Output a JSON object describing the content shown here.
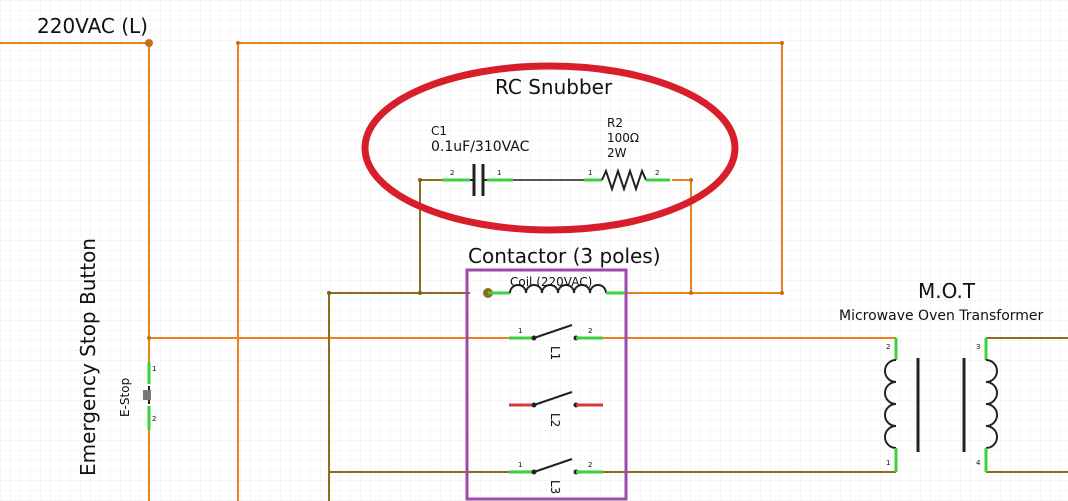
{
  "colors": {
    "wire_orange": "#e8821e",
    "wire_olive": "#8c6d1f",
    "wire_dark": "#555555",
    "pin_green": "#3fcf3f",
    "pin_red": "#d63b3b",
    "highlight_red": "#d81e2a",
    "contactor_box": "#9e4aa9",
    "grid": "#e9e9e9"
  },
  "labels": {
    "supply": "220VAC (L)",
    "snubber_title": "RC Snubber",
    "c1_name": "C1",
    "c1_value": "0.1uF/310VAC",
    "r2_name": "R2",
    "r2_value": "100Ω",
    "r2_power": "2W",
    "contactor_title": "Contactor (3 poles)",
    "coil": "Coil (220VAC)",
    "l1": "L1",
    "l2": "L2",
    "l3": "L3",
    "mot": "M.O.T",
    "mot_desc": "Microwave Oven Transformer",
    "estop_title": "Emergency Stop Button",
    "estop": "E-Stop"
  },
  "pins": {
    "one": "1",
    "two": "2",
    "three": "3",
    "four": "4"
  },
  "icons": {
    "capacitor": "capacitor-icon",
    "resistor": "resistor-icon",
    "coil": "coil-icon",
    "switch": "switch-icon",
    "transformer": "transformer-icon",
    "pushbutton": "pushbutton-icon"
  }
}
